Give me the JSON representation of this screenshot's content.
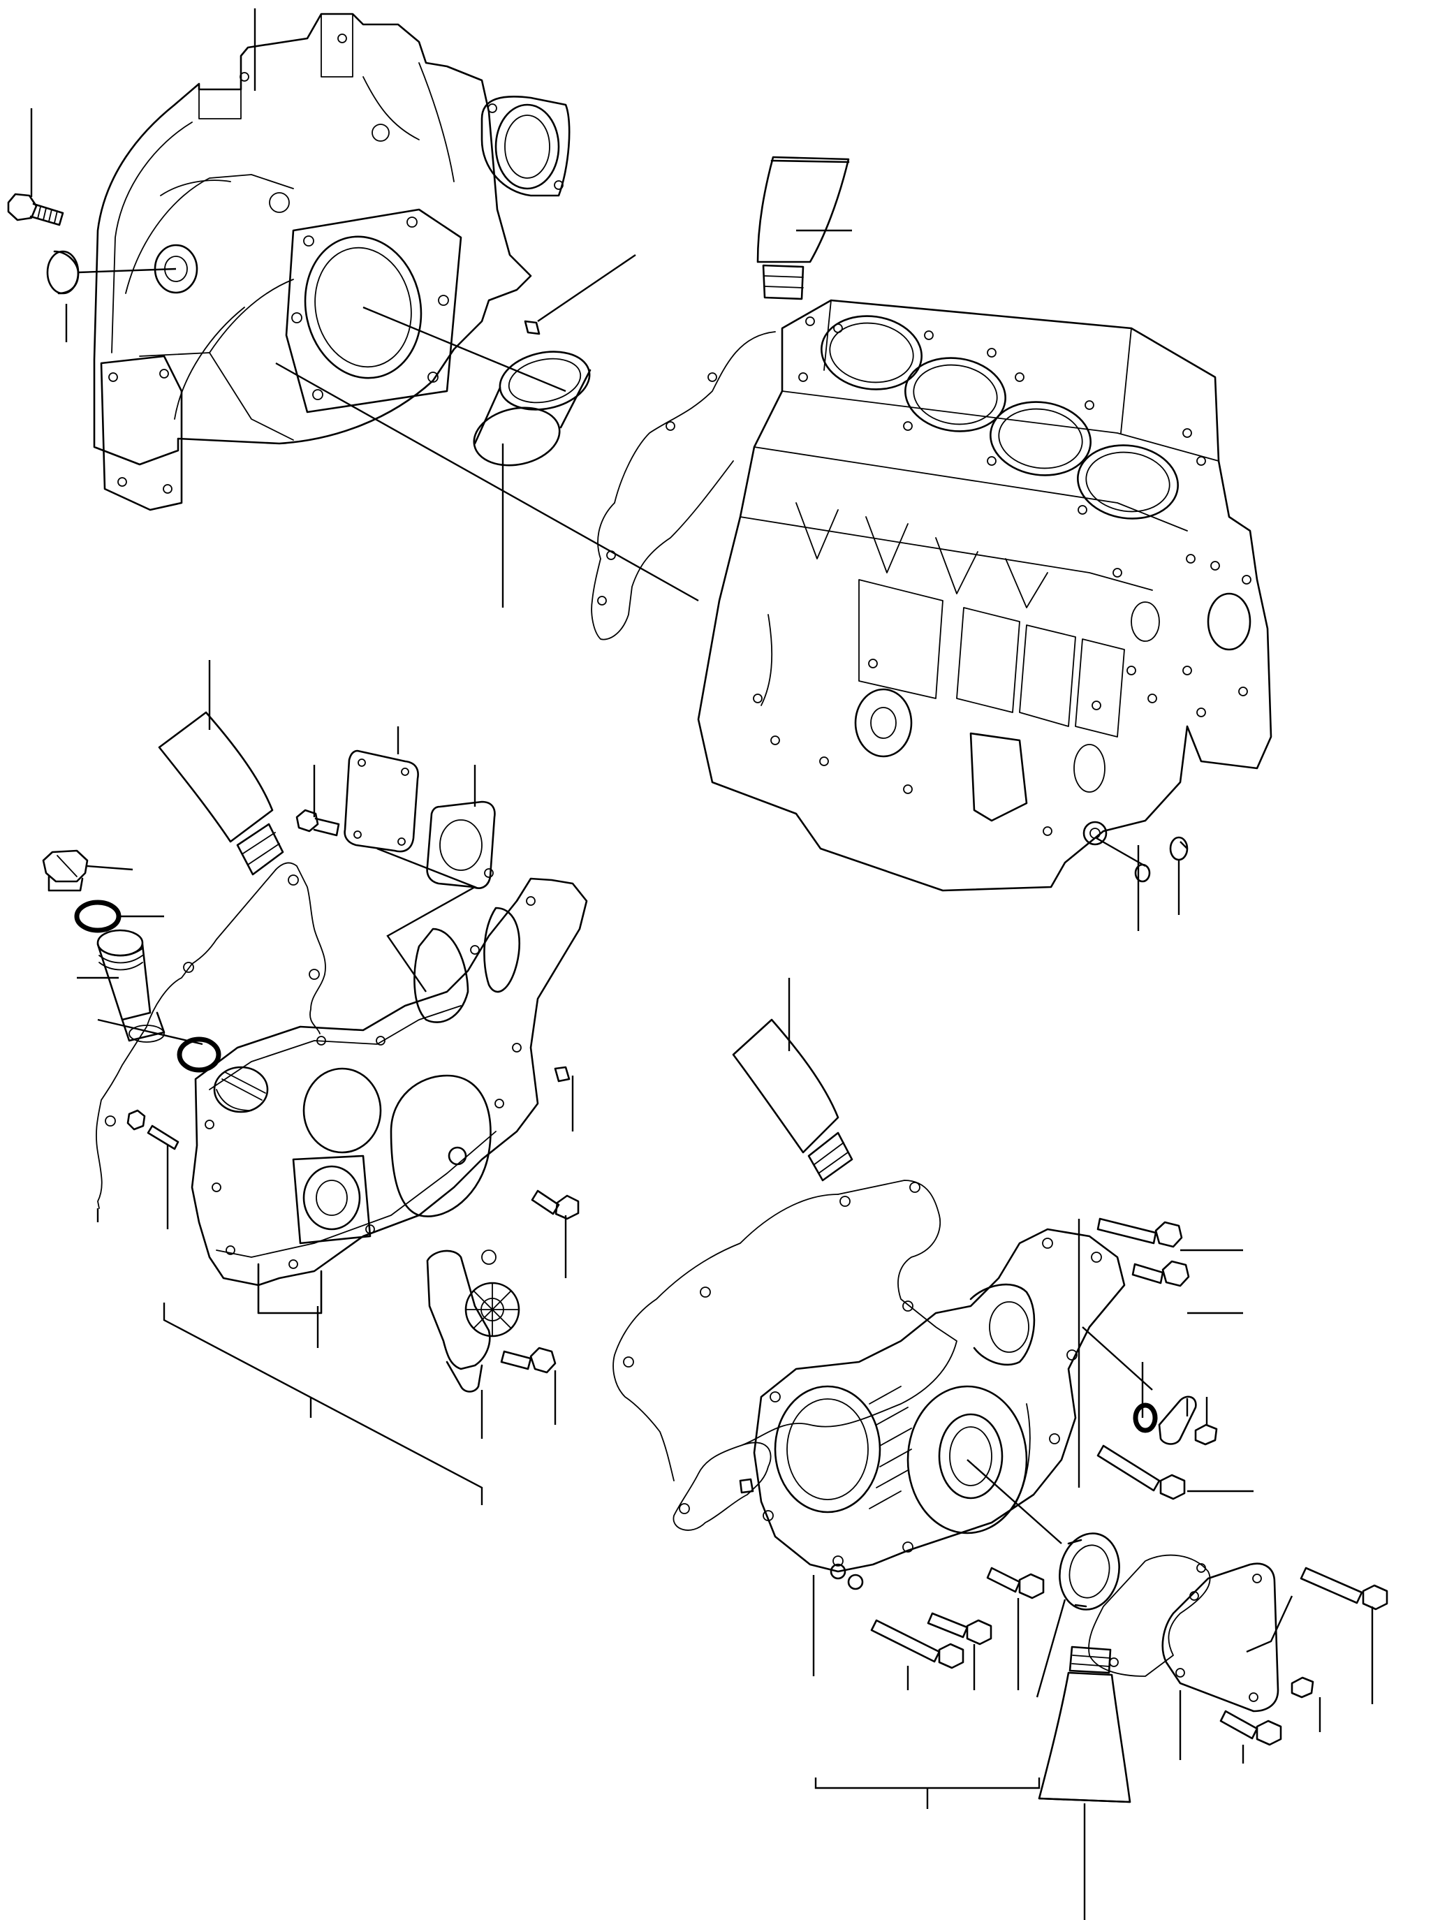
{
  "diagram": {
    "type": "exploded-parts-view",
    "assemblies": [
      "flywheel-housing",
      "cylinder-block",
      "front-gear-cover",
      "timing-gear-case"
    ],
    "text_labels": []
  },
  "colors": {
    "line": "#000000",
    "background": "#ffffff"
  }
}
